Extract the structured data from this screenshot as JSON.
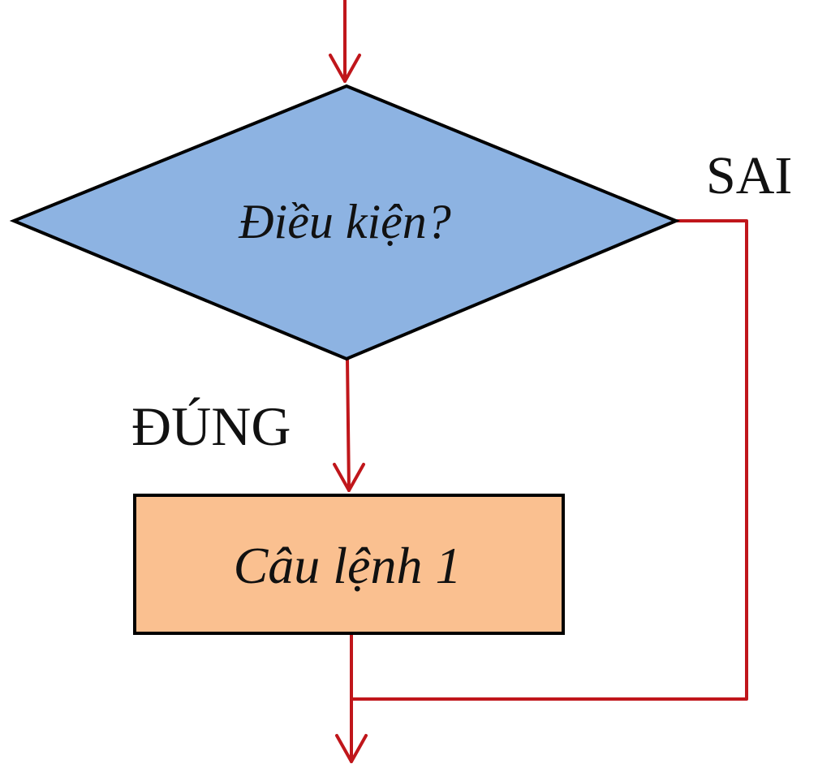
{
  "diagram": {
    "decision": {
      "label": "Điều kiện?"
    },
    "process": {
      "label": "Câu lệnh 1"
    },
    "branch_true": {
      "label": "ĐÚNG"
    },
    "branch_false": {
      "label": "SAI"
    }
  },
  "colors": {
    "flow_line": "#c0161b",
    "decision_fill": "#8db3e2",
    "process_fill": "#fac090",
    "outline": "#000000"
  }
}
